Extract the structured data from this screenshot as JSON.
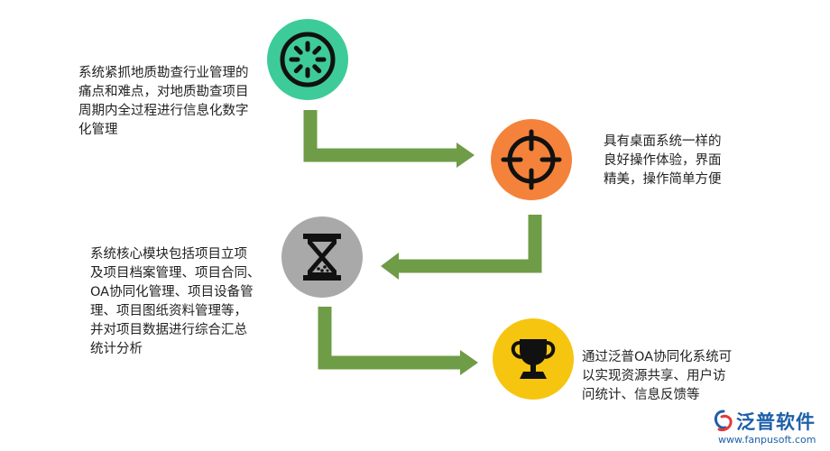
{
  "steps": [
    {
      "icon": "wheel-icon",
      "color": "#3ecb9a",
      "lines": [
        "系统紧抓地质勘查行业管理的",
        "痛点和难点，对地质勘查项目",
        "周期内全过程进行信息化数字",
        "化管理"
      ]
    },
    {
      "icon": "target-crosshair-icon",
      "color": "#f4823a",
      "lines": [
        "具有桌面系统一样的",
        "良好操作体验，界面",
        "精美，操作简单方便"
      ]
    },
    {
      "icon": "hourglass-icon",
      "color": "#a9a9a9",
      "lines": [
        "系统核心模块包括项目立项",
        "及项目档案管理、项目合同、",
        "OA协同化管理、项目设备管",
        "理、项目图纸资料管理等，",
        "并对项目数据进行综合汇总",
        "统计分析"
      ]
    },
    {
      "icon": "trophy-icon",
      "color": "#f6c50f",
      "lines": [
        "通过泛普OA协同化系统可",
        "以实现资源共享、用户访",
        "问统计、信息反馈等"
      ]
    }
  ],
  "arrow_color": "#6e9c47",
  "logo": {
    "name": "泛普软件",
    "url": "www.fanpusoft.com",
    "color": "#1d5fa8"
  }
}
